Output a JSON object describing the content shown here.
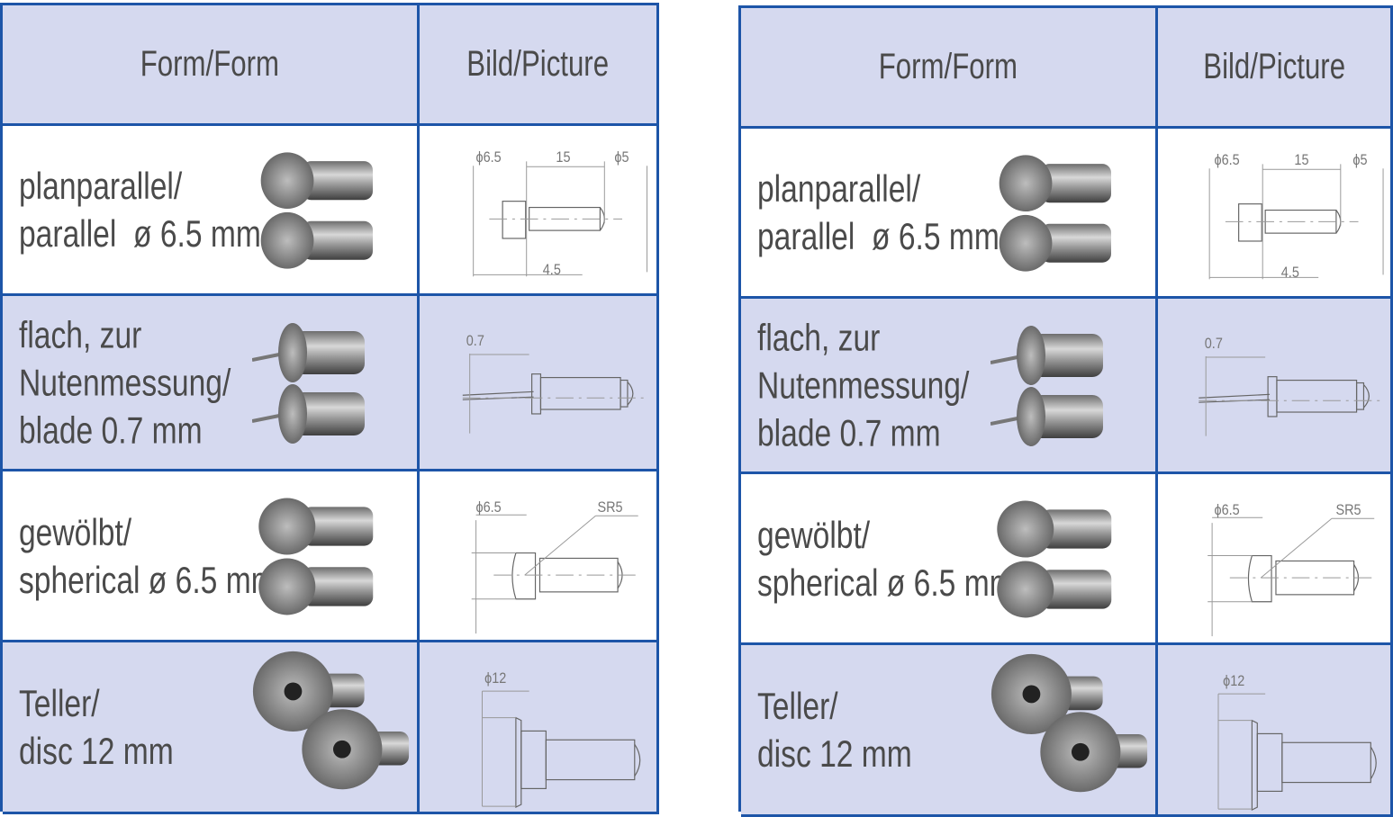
{
  "tables": [
    {
      "header": {
        "form": "Form/Form",
        "picture": "Bild/Picture"
      },
      "rows": [
        {
          "lines": [
            "planparallel/",
            "parallel  ø 6.5 mm"
          ],
          "type": "parallel",
          "dims": [
            "ϕ6.5",
            "15",
            "ϕ5",
            "4.5"
          ]
        },
        {
          "lines": [
            "flach, zur",
            "Nutenmessung/",
            "blade 0.7 mm"
          ],
          "type": "blade",
          "dims": [
            "0.7"
          ]
        },
        {
          "lines": [
            "gewölbt/",
            "spherical ø 6.5 mm"
          ],
          "type": "spherical",
          "dims": [
            "ϕ6.5",
            "SR5"
          ]
        },
        {
          "lines": [
            "Teller/",
            "disc 12 mm"
          ],
          "type": "disc",
          "dims": [
            "ϕ12"
          ]
        }
      ]
    },
    {
      "header": {
        "form": "Form/Form",
        "picture": "Bild/Picture"
      },
      "rows": [
        {
          "lines": [
            "planparallel/",
            "parallel  ø 6.5 mm"
          ],
          "type": "parallel",
          "dims": [
            "ϕ6.5",
            "15",
            "ϕ5",
            "4.5"
          ]
        },
        {
          "lines": [
            "flach, zur",
            "Nutenmessung/",
            "blade 0.7 mm"
          ],
          "type": "blade",
          "dims": [
            "0.7"
          ]
        },
        {
          "lines": [
            "gewölbt/",
            "spherical ø 6.5 mm"
          ],
          "type": "spherical",
          "dims": [
            "ϕ6.5",
            "SR5"
          ]
        },
        {
          "lines": [
            "Teller/",
            "disc 12 mm"
          ],
          "type": "disc",
          "dims": [
            "ϕ12"
          ]
        }
      ]
    }
  ],
  "colors": {
    "border": "#1d55a8",
    "header_bg": "#d5d9ef",
    "text": "#4a4a4a"
  }
}
